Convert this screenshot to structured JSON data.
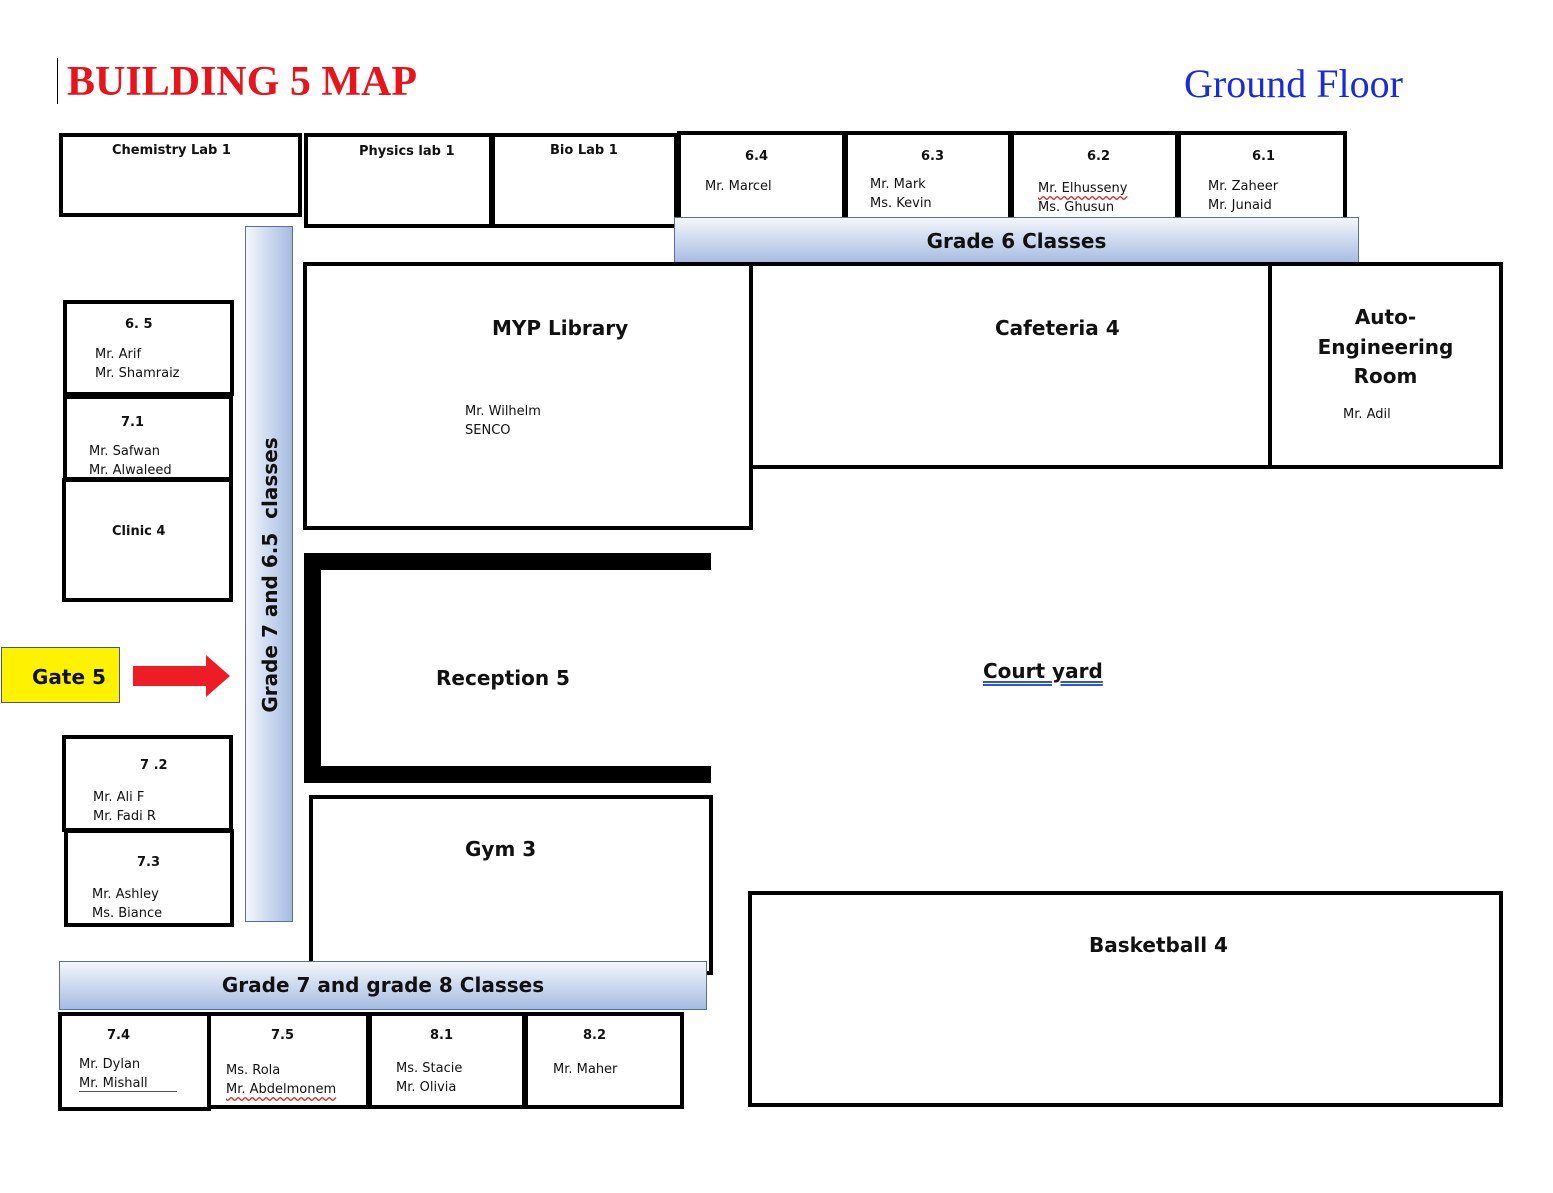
{
  "header": {
    "title": "BUILDING 5 MAP",
    "floor": "Ground Floor",
    "title_color": "#e8141b",
    "floor_color": "#1a2bd8"
  },
  "colors": {
    "band": "#c9d6ee",
    "gate": "#fff200",
    "arrow": "#ee1c24"
  },
  "top_rooms": {
    "chem": {
      "name": "Chemistry Lab 1"
    },
    "physics": {
      "name": "Physics lab 1"
    },
    "bio": {
      "name": "Bio Lab 1"
    },
    "r64": {
      "name": "6.4",
      "teachers": [
        "Mr. Marcel"
      ]
    },
    "r63": {
      "name": "6.3",
      "teachers": [
        "Mr. Mark",
        "Ms. Kevin"
      ]
    },
    "r62": {
      "name": "6.2",
      "teachers": [
        "Mr. Elhusseny",
        "Ms. Ghusun"
      ]
    },
    "r61": {
      "name": "6.1",
      "teachers": [
        "Mr. Zaheer",
        "Mr. Junaid"
      ]
    }
  },
  "grade6_band": "Grade 6 Classes",
  "left_rooms": {
    "r65": {
      "name": "6. 5",
      "teachers": [
        "Mr. Arif",
        "Mr. Shamraiz"
      ]
    },
    "r71": {
      "name": "7.1",
      "teachers": [
        "Mr. Safwan",
        "Mr. Alwaleed"
      ]
    },
    "clinic": {
      "name": "Clinic 4"
    },
    "r72": {
      "name": "7 .2",
      "teachers": [
        "Mr. Ali F",
        "Mr. Fadi R"
      ]
    },
    "r73": {
      "name": "7.3",
      "teachers": [
        "Mr. Ashley",
        "Ms. Biance"
      ]
    }
  },
  "vertical_band": "Grade 7 and 6.5  classes",
  "gate": "Gate 5",
  "library": {
    "name": "MYP Library",
    "teachers": [
      "Mr. Wilhelm",
      "SENCO"
    ]
  },
  "cafeteria": {
    "name": "Cafeteria 4"
  },
  "auto": {
    "name_lines": [
      "Auto-",
      "Engineering",
      "Room"
    ],
    "teachers": [
      "Mr. Adil"
    ]
  },
  "reception": "Reception 5",
  "courtyard": "Court yard",
  "gym": "Gym 3",
  "basketball": "Basketball 4",
  "bottom_band": "Grade 7 and grade 8 Classes",
  "bottom_rooms": {
    "r74": {
      "name": "7.4",
      "teachers": [
        "Mr. Dylan",
        "Mr. Mishall"
      ]
    },
    "r75": {
      "name": "7.5",
      "teachers": [
        "Ms. Rola",
        "Mr. Abdelmonem"
      ]
    },
    "r81": {
      "name": "8.1",
      "teachers": [
        "Ms. Stacie",
        "Mr. Olivia"
      ]
    },
    "r82": {
      "name": "8.2",
      "teachers": [
        "Mr. Maher"
      ]
    }
  }
}
